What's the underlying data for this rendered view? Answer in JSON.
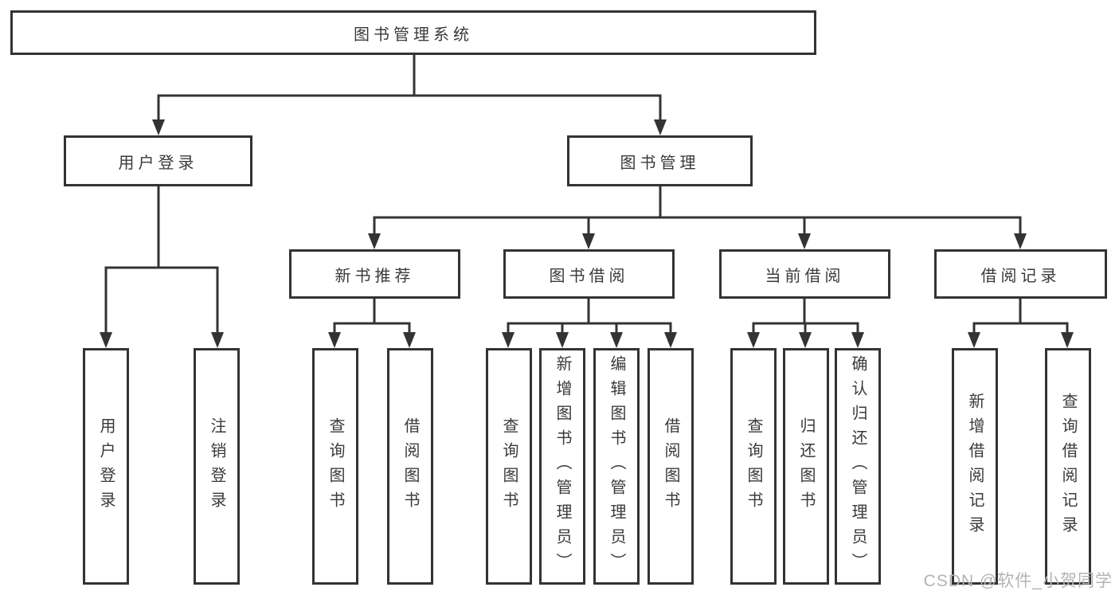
{
  "diagram": {
    "type": "hierarchy-tree",
    "title": "图书管理系统"
  },
  "colors": {
    "line": "#333333",
    "text": "#3a3a3a",
    "box-bg": "#ffffff",
    "watermark": "#b3b3b3"
  },
  "watermark": {
    "text": "CSDN @软件_小贺同学"
  },
  "nodes": {
    "root": {
      "label": "图书管理系统"
    },
    "level2": [
      {
        "label": "用户登录"
      },
      {
        "label": "图书管理"
      }
    ],
    "level3": [
      {
        "label": "新书推荐"
      },
      {
        "label": "图书借阅"
      },
      {
        "label": "当前借阅"
      },
      {
        "label": "借阅记录"
      }
    ],
    "leaves": {
      "user": [
        {
          "label": "用户登录"
        },
        {
          "label": "注销登录"
        }
      ],
      "newbook": [
        {
          "label": "查询图书"
        },
        {
          "label": "借阅图书"
        }
      ],
      "borrow": [
        {
          "label": "查询图书"
        },
        {
          "label": "新增图书（管理员）"
        },
        {
          "label": "编辑图书（管理员）"
        },
        {
          "label": "借阅图书"
        }
      ],
      "current": [
        {
          "label": "查询图书"
        },
        {
          "label": "归还图书"
        },
        {
          "label": "确认归还（管理员）"
        }
      ],
      "record": [
        {
          "label": "新增借阅记录"
        },
        {
          "label": "查询借阅记录"
        }
      ]
    }
  }
}
